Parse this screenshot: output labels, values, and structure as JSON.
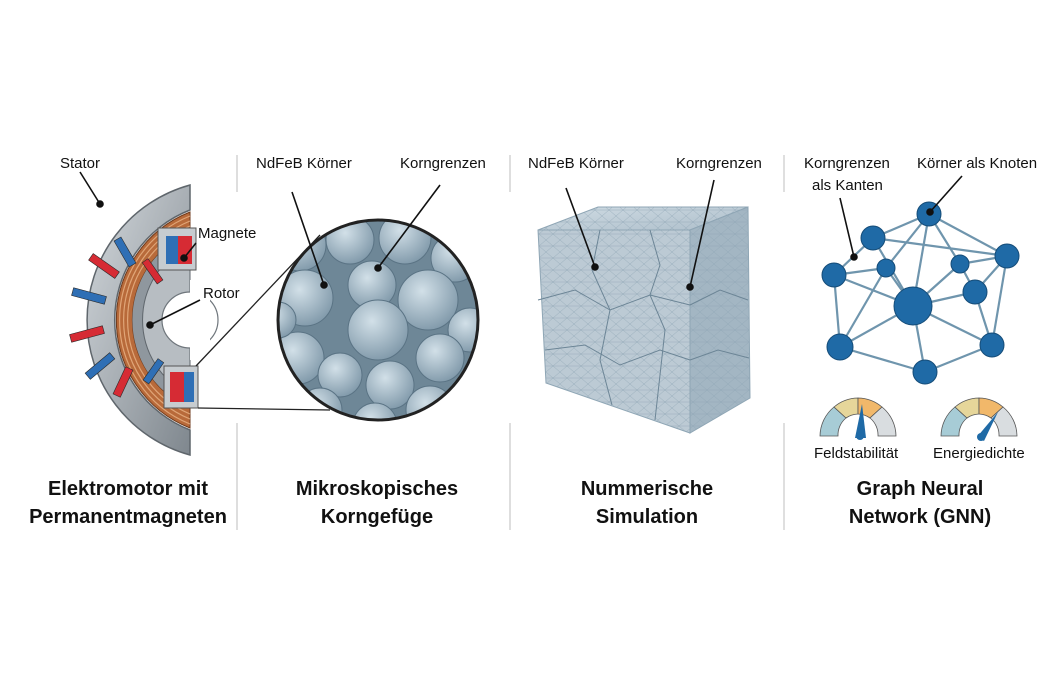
{
  "panels": [
    {
      "title_line1": "Elektromotor mit",
      "title_line2": "Permanentmagneten",
      "labels": {
        "stator": "Stator",
        "magnets": "Magnete",
        "rotor": "Rotor"
      }
    },
    {
      "title_line1": "Mikroskopisches",
      "title_line2": "Korngefüge",
      "labels": {
        "grains": "NdFeB Körner",
        "boundaries": "Korngrenzen"
      }
    },
    {
      "title_line1": "Nummerische",
      "title_line2": "Simulation",
      "labels": {
        "grains": "NdFeB Körner",
        "boundaries": "Korngrenzen"
      }
    },
    {
      "title_line1": "Graph Neural",
      "title_line2": "Network (GNN)",
      "labels": {
        "edges_line1": "Korngrenzen",
        "edges_line2": "als Kanten",
        "nodes": "Körner als Knoten",
        "gauge1": "Feldstabilität",
        "gauge2": "Energiedichte"
      }
    }
  ],
  "colors": {
    "magnet_red": "#d62b34",
    "magnet_blue": "#2f6fb5",
    "copper": "#b86a3a",
    "steel": "#a9b0b6",
    "grain": "#a9bfcc",
    "node": "#1f6aa6",
    "edge": "#6f95ad"
  }
}
